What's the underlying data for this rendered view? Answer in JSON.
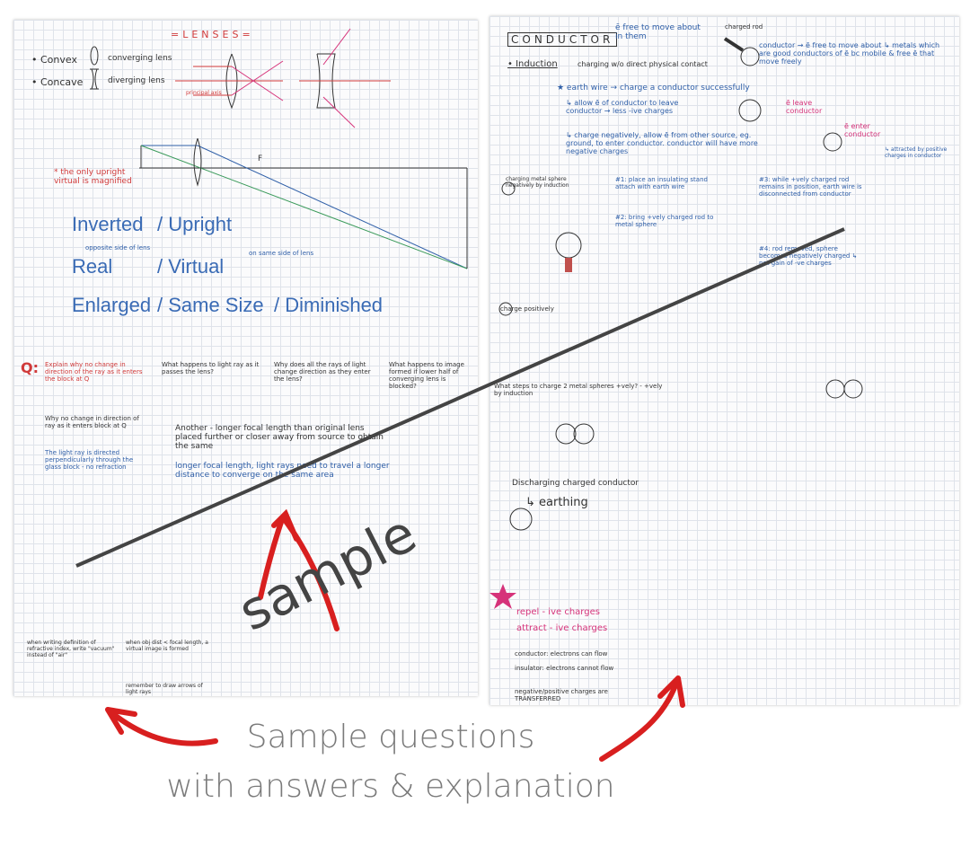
{
  "left_page": {
    "title": "=LENSES=",
    "convex": "• Convex",
    "convex_desc": "converging lens",
    "concave": "• Concave",
    "concave_desc": "diverging lens",
    "principal_axis": "principal axis",
    "note": "* the only upright virtual is magnified",
    "focal_label": "F",
    "properties": [
      {
        "a": "Inverted",
        "b": "/ Upright"
      },
      {
        "a": "Real",
        "b": "/ Virtual"
      },
      {
        "a": "Enlarged",
        "b": "/ Same Size",
        "c": "/ Diminished"
      }
    ],
    "real_note": "opposite side of lens",
    "virtual_note": "on same side of lens",
    "q_label": "Q:",
    "questions": [
      "Explain why no change in direction of the ray as it enters the block at Q",
      "What happens to light ray as it passes the lens?",
      "Why does all the rays of light change direction as they enter the lens?",
      "What happens to image formed if lower half of converging lens is blocked?"
    ],
    "answers": [
      "Why no change in direction of ray as it enters block at Q",
      "The light ray is directed perpendicularly through the glass block - no refraction",
      "Another - longer focal length than original lens placed further or closer away from source to obtain the same",
      "longer focal length, light rays need to travel a longer distance to converge on the same area"
    ],
    "bottom_notes": [
      "when writing definition of refractive index, write \"vacuum\" instead of \"air\"",
      "when obj dist < focal length, a virtual image is formed",
      "remember to draw arrows of light rays"
    ]
  },
  "right_page": {
    "title": "CONDUCTOR",
    "title_note": "ē free to move about in them",
    "charged_rod": "charged rod",
    "induction": "• Induction",
    "induction_desc": "charging w/o direct physical contact",
    "conductor_note": "conductor → ē free to move about ↳ metals which are good conductors of ē bc mobile & free ē that move freely",
    "earth_wire": "★ earth wire → charge a conductor successfully",
    "earth_wire_1": "↳ allow ē of conductor to leave conductor → less -ive charges",
    "earth_wire_2": "↳ charge negatively, allow ē from other source, eg. ground, to enter conductor. conductor will have more negative charges",
    "leave_conductor": "ē leave conductor",
    "enter_conductor": "ē enter conductor",
    "attracted": "↳ attracted by positive charges in conductor",
    "neg_title": "charging metal sphere negatively by induction",
    "steps": [
      "#1: place an insulating stand attach with earth wire",
      "#2: bring +vely charged rod to metal sphere",
      "#3: while +vely charged rod remains in position, earth wire is disconnected from conductor",
      "#4: rod removed, sphere becomes negatively charged ↳ net gain of -ve charges"
    ],
    "pos_title": "charge positively",
    "question": "What steps to charge 2 metal spheres +vely? - +vely by induction",
    "discharging": "Discharging charged conductor",
    "earthing": "↳ earthing",
    "repel": "repel - ive charges",
    "attract": "attract - ive charges",
    "conductor_flow": "conductor: electrons can flow",
    "insulator_flow": "insulator: electrons cannot flow",
    "transferred": "negative/positive charges are TRANSFERRED"
  },
  "watermark": "sample",
  "caption": {
    "line1": "Sample questions",
    "line2": "with answers & explanation"
  },
  "colors": {
    "ink_blue": "#2f5fa8",
    "ink_red": "#d03a3a",
    "ink_pink": "#d6337a",
    "arrow_red": "#d81f1f",
    "caption_gray": "#7a7a7a"
  }
}
